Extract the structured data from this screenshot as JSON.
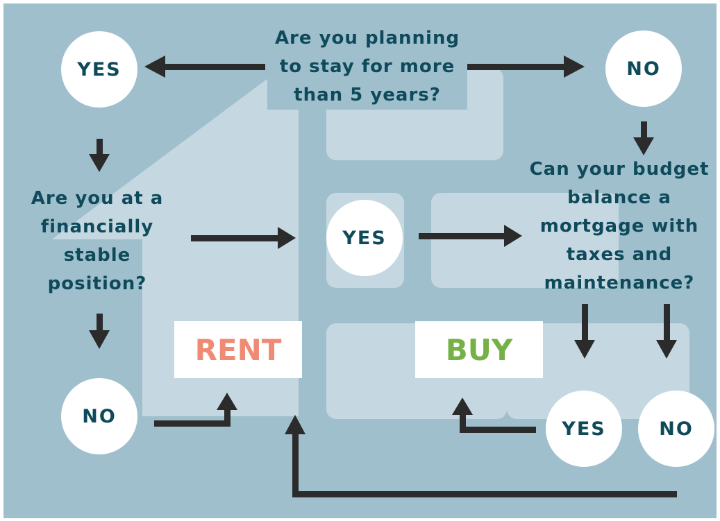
{
  "questions": {
    "stay": "Are you planning to stay for more than 5 years?",
    "stable": "Are you at a financially stable position?",
    "budget": "Can your budget balance a mortgage with taxes and maintenance?"
  },
  "answers": {
    "yes": "YES",
    "no": "NO"
  },
  "outcomes": {
    "rent": "RENT",
    "buy": "BUY"
  },
  "colors": {
    "background": "#9fbfcd",
    "panel": "#c5d8e1",
    "text": "#0e4a5a",
    "arrow": "#2b2b2b",
    "rent": "#ef8b74",
    "buy": "#76b147"
  }
}
